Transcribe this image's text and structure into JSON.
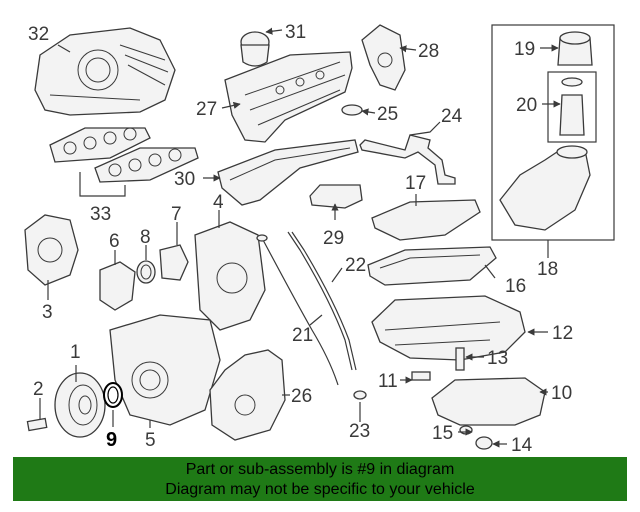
{
  "diagram": {
    "callouts": [
      "1",
      "2",
      "3",
      "4",
      "5",
      "6",
      "7",
      "8",
      "9",
      "10",
      "11",
      "12",
      "13",
      "14",
      "15",
      "16",
      "17",
      "18",
      "19",
      "20",
      "21",
      "22",
      "23",
      "24",
      "25",
      "26",
      "27",
      "28",
      "29",
      "30",
      "31",
      "32",
      "33"
    ],
    "highlighted_callout": "9",
    "accent_color": "#1f7a16"
  },
  "banner": {
    "line1": "Part or sub-assembly is #9 in diagram",
    "line2": "Diagram may not be specific to your vehicle"
  }
}
